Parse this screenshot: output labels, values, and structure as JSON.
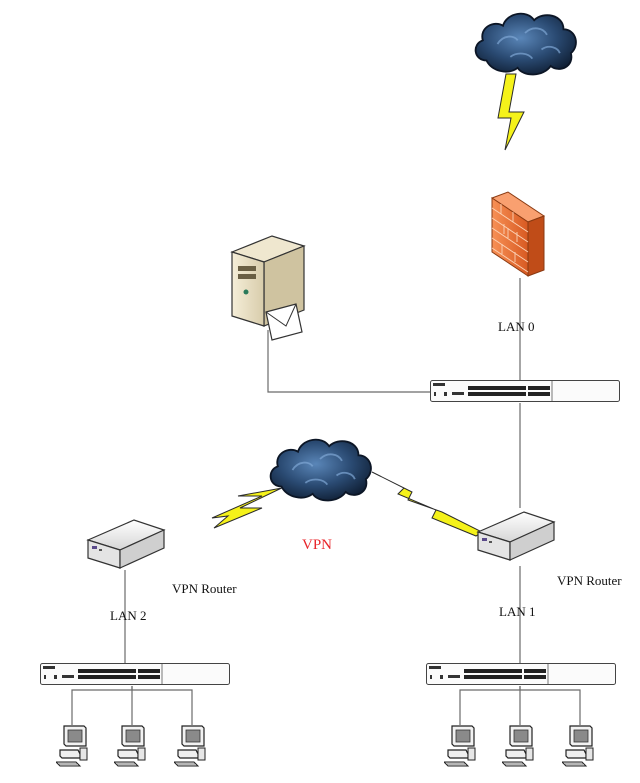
{
  "labels": {
    "lan0": "LAN 0",
    "lan1": "LAN 1",
    "lan2": "LAN 2",
    "vpn": "VPN",
    "vpn_router_left": "VPN Router",
    "vpn_router_right": "VPN Router"
  },
  "colors": {
    "line": "#6b6b6b",
    "vpn_text": "#e8242a",
    "bolt": "#f5f21a",
    "firewall": "#f07a3c",
    "cloud": "#1f3552"
  },
  "icons": [
    "internet-cloud-icon",
    "vpn-cloud-icon",
    "firewall-icon",
    "mail-server-icon",
    "core-switch-icon",
    "vpn-router-icon",
    "switch-icon",
    "workstation-icon",
    "lightning-bolt-icon"
  ]
}
